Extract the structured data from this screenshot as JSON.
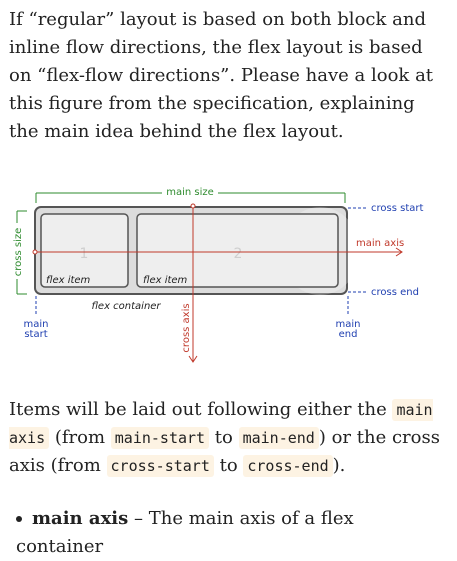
{
  "intro": {
    "text1": "If “regular” layout is based on both block and inline flow directions, the flex layout is based on “flex-flow directions”. Please have a look at this figure from the specification, explaining the main idea behind the flex layout."
  },
  "figure": {
    "main_size": "main size",
    "cross_size": "cross size",
    "cross_start": "cross start",
    "cross_end": "cross end",
    "main_axis": "main axis",
    "cross_axis": "cross axis",
    "main_start_1": "main",
    "main_start_2": "start",
    "main_end_1": "main",
    "main_end_2": "end",
    "item1_number": "1",
    "item2_number": "2",
    "flex_item_1": "flex item",
    "flex_item_2": "flex item",
    "flex_container": "flex container",
    "colors": {
      "green": "#2e8b2e",
      "blue": "#1f3fb0",
      "red": "#c0392b",
      "container_border": "#555555",
      "item_fill": "#eeeeee"
    }
  },
  "body2": {
    "t1": "Items will be laid out following either the ",
    "c1": "main axis",
    "t2": " (from ",
    "c2": "main-start",
    "t3": " to ",
    "c3": "main-end",
    "t4": ") or the cross axis (from ",
    "c4": "cross-start",
    "t5": " to ",
    "c5": "cross-end",
    "t6": ")."
  },
  "bullet": {
    "term": "main axis",
    "text": " – The main axis of a flex container"
  }
}
